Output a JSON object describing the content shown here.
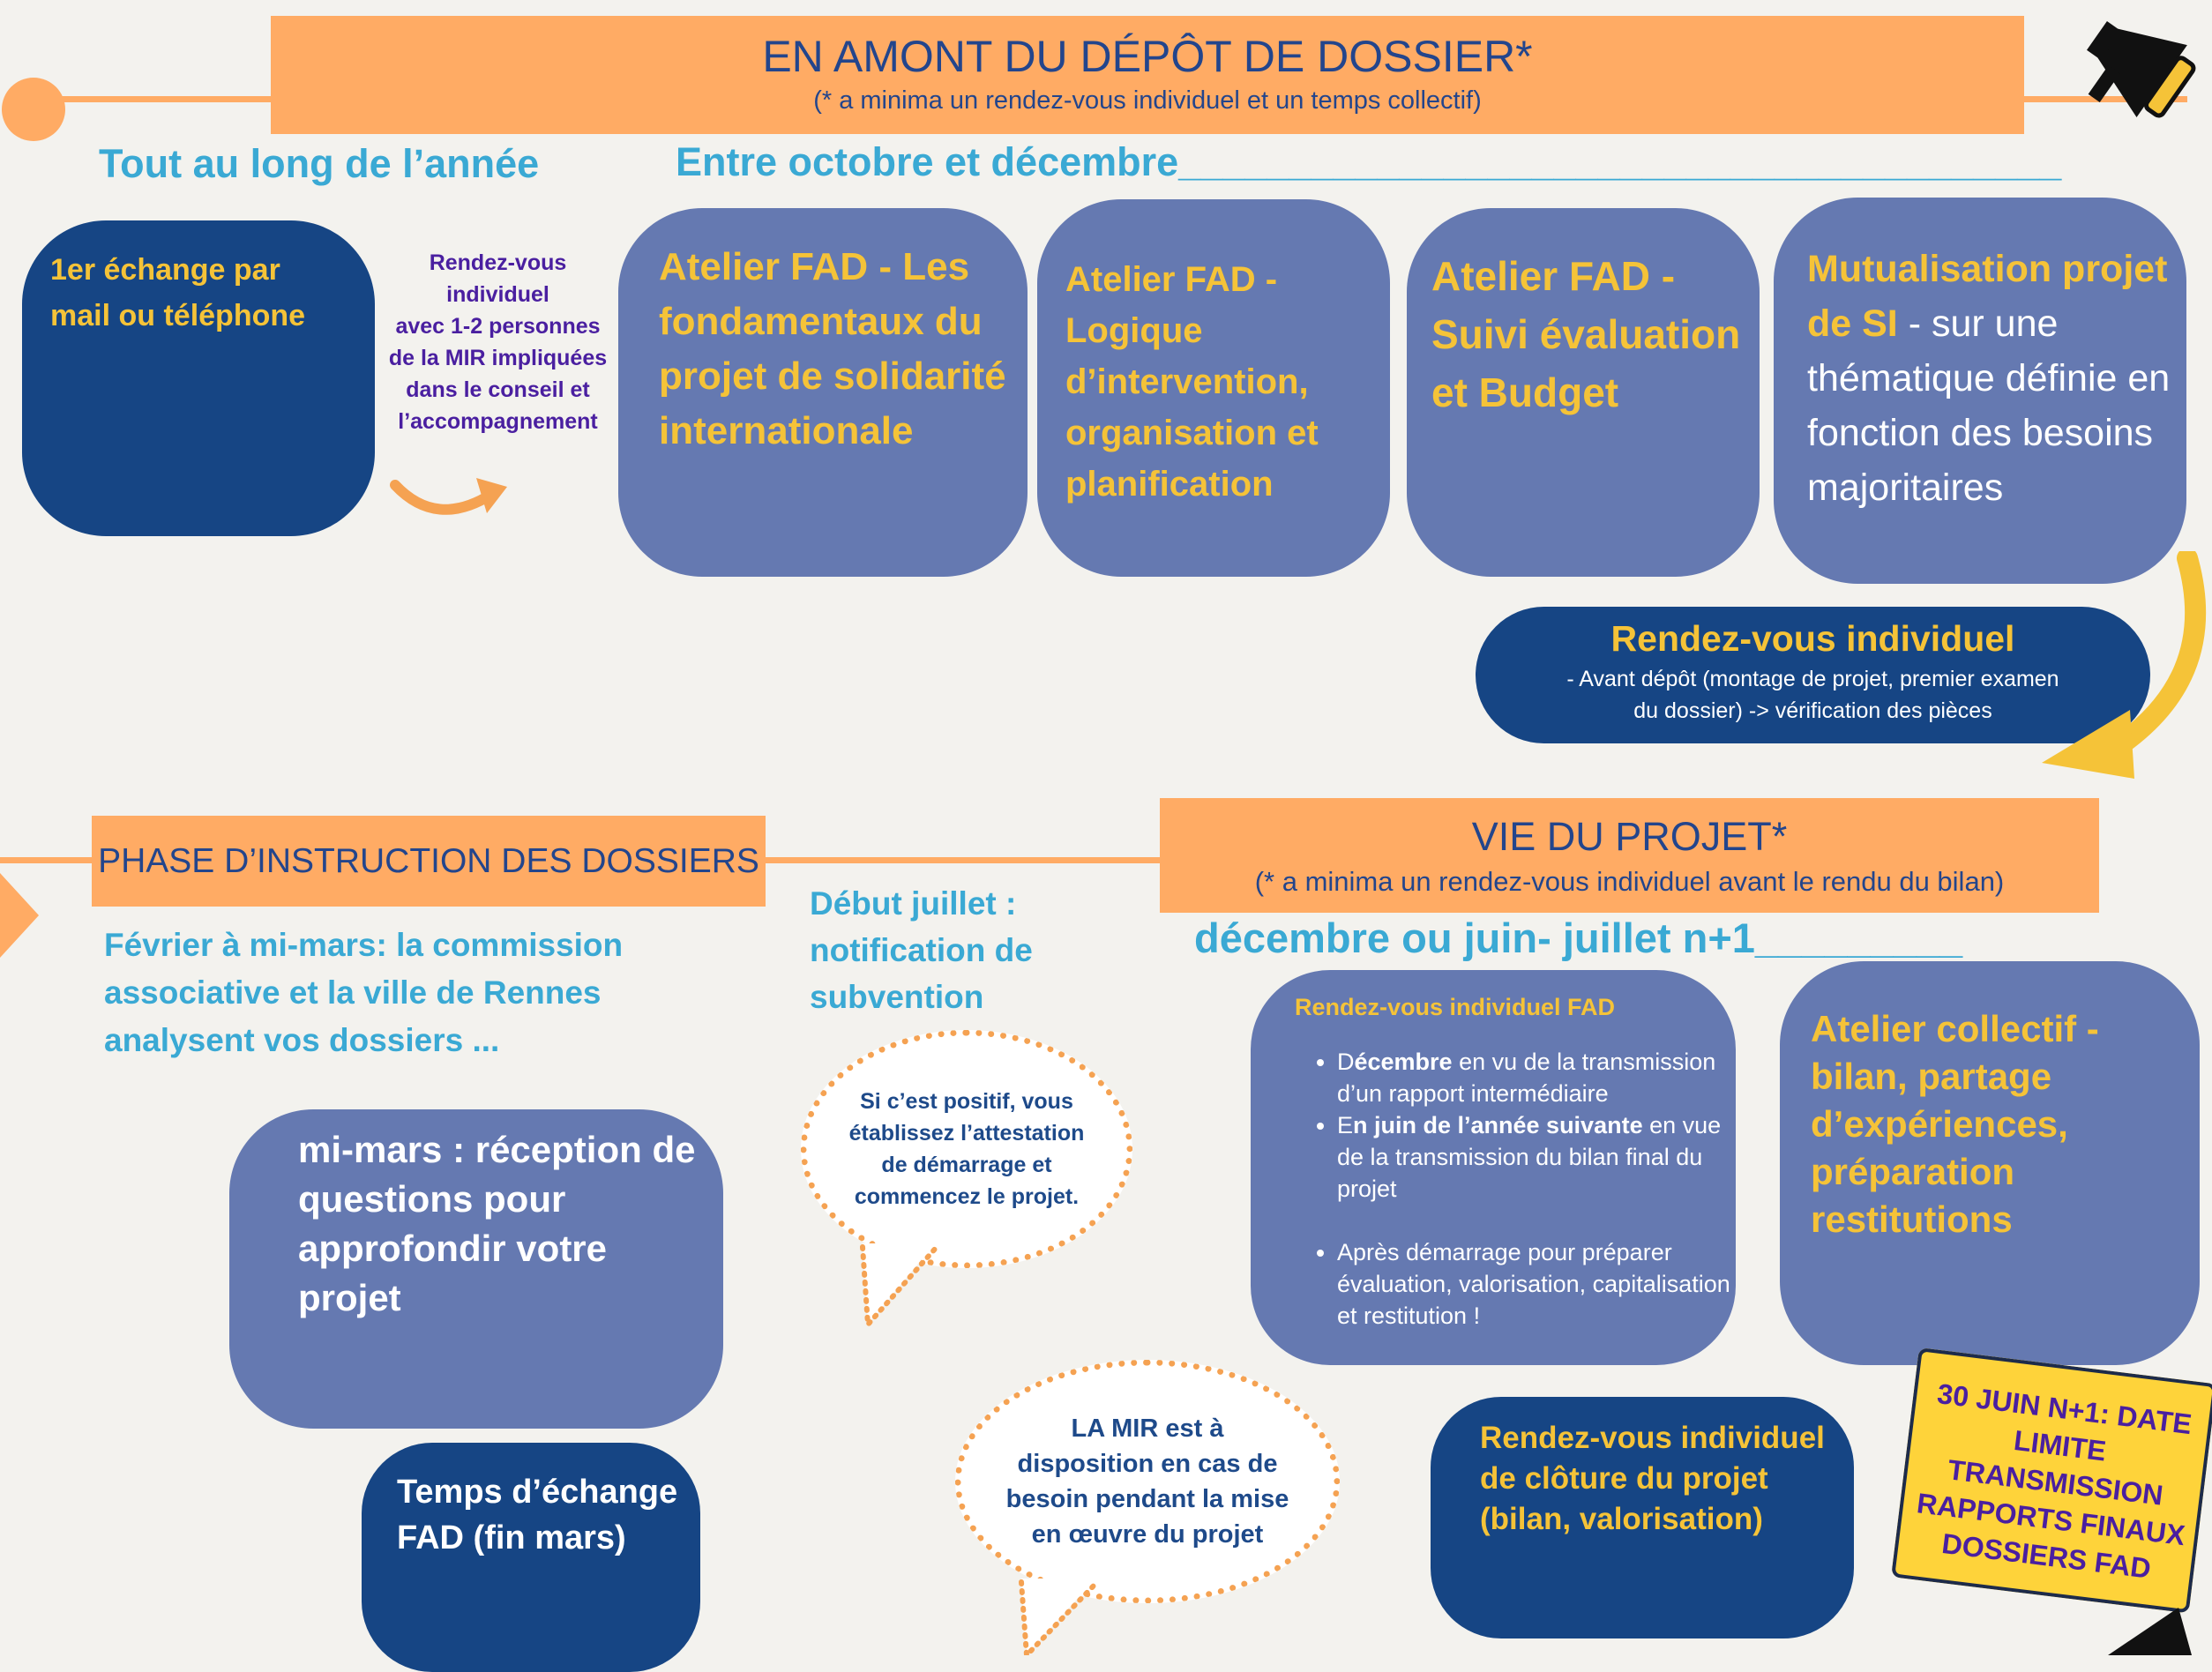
{
  "top_banner": {
    "title": "EN AMONT DU DÉPÔT DE DOSSIER*",
    "subtitle": "(* a minima un rendez-vous individuel et un temps collectif)"
  },
  "top_labels": {
    "all_year": "Tout au long de l’année",
    "oct_dec": "Entre octobre et décembre________________________________________"
  },
  "step_first_contact": "1er échange par mail ou téléphone",
  "rdv_note": {
    "line1": "Rendez-vous individuel",
    "line2": "avec 1-2 personnes de la MIR impliquées dans le conseil et l’accompagnement"
  },
  "ateliers": [
    {
      "title": "Atelier FAD - Les fondamentaux du projet de solidarité internationale"
    },
    {
      "title": "Atelier FAD - Logique d’intervention, organisation et planification"
    },
    {
      "title": "Atelier FAD - Suivi évaluation et Budget"
    },
    {
      "title": "Mutualisation projet de SI",
      "rest": " - sur une thématique définie en fonction des besoins majoritaires"
    }
  ],
  "rdv_individuel": {
    "title": "Rendez-vous individuel",
    "text": "- Avant dépôt (montage de projet, premier examen du dossier) -> vérification des pièces"
  },
  "instruction": {
    "banner": "PHASE D’INSTRUCTION DES DOSSIERS",
    "feb_march": "Février à mi-mars: la commission associative et la ville de Rennes analysent vos dossiers ...",
    "mid_march": "mi-mars : réception de questions pour approfondir votre projet",
    "exchange": "Temps d’échange FAD (fin mars)",
    "july": "Début juillet : notification  de subvention",
    "bubble_positive": "Si c’est positif, vous établissez l’attestation de démarrage et commencez le projet."
  },
  "vie_projet": {
    "title": "VIE DU PROJET*",
    "subtitle": "(* a minima un rendez-vous individuel avant le rendu du bilan)",
    "period": "décembre ou juin- juillet n+1_________",
    "rdv_title": "Rendez-vous individuel FAD",
    "rdv_items": [
      {
        "pre": "D",
        "bold": "écembre",
        "post": " en vu de la transmission d’un rapport intermédiaire"
      },
      {
        "pre": "E",
        "bold": "n juin de l’année suivante",
        "post": " en vue de la transmission du bilan final du projet"
      },
      {
        "pre": "",
        "bold": "",
        "post": "Après démarrage pour préparer évaluation, valorisation, capitalisation et restitution !"
      }
    ],
    "atelier_collectif": "Atelier collectif - bilan, partage d’expériences, préparation restitutions",
    "bubble_mir": "LA MIR est à disposition en cas de besoin pendant la mise en œuvre du projet",
    "cloture": "Rendez-vous individuel de clôture du projet (bilan, valorisation)",
    "deadline": "30 JUIN N+1: DATE LIMITE TRANSMISSION RAPPORTS FINAUX DOSSIERS FAD"
  },
  "colors": {
    "background": "#f3f2ee",
    "banner": "#ffab64",
    "dark_blue": "#164584",
    "mid_blue": "#6579b1",
    "yellow": "#f5c338",
    "cyan": "#3aa9d4",
    "purple": "#4a1fa0"
  },
  "icons": [
    "megaphone-icon",
    "curved-arrow-icon",
    "big-curved-arrow-icon"
  ]
}
